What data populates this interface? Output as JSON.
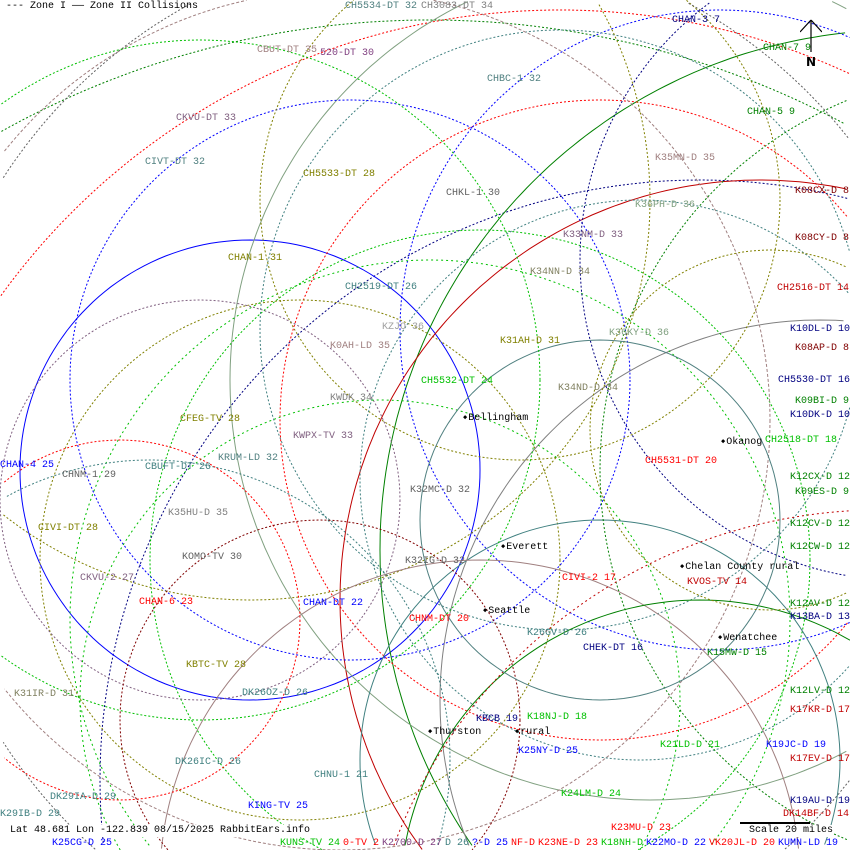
{
  "legend": {
    "zone1": "--- Zone I",
    "zone2": "—— Zone II Collisions"
  },
  "footer": {
    "coords": "Lat 48.681 Lon -122.839 08/15/2025 RabbitEars.info",
    "scale": "Scale 20 miles"
  },
  "north_label": "N",
  "cities": [
    "Bellingham",
    "Okanog",
    "Everett",
    "Chelan County rural",
    "Seattle",
    "Wenatchee",
    "Thurston",
    "rural"
  ],
  "labels": [
    {
      "text": "CH5534-DT 32",
      "color": "#508080"
    },
    {
      "text": "CH3083-DT 34",
      "color": "#808080"
    },
    {
      "text": "CHAN-3 7",
      "color": "#000080"
    },
    {
      "text": "CHAN-7 9",
      "color": "#008000"
    },
    {
      "text": "CBUT-DT 35",
      "color": "#a08080"
    },
    {
      "text": "520-DT 30",
      "color": "#804080"
    },
    {
      "text": "CHBC-1 32",
      "color": "#508080"
    },
    {
      "text": "CHAN-5 9",
      "color": "#008000"
    },
    {
      "text": "CKVU-DT 33",
      "color": "#806080"
    },
    {
      "text": "CIVT-DT 32",
      "color": "#508080"
    },
    {
      "text": "K35MN-D 35",
      "color": "#a08080"
    },
    {
      "text": "CH5533-DT 28",
      "color": "#808000"
    },
    {
      "text": "CHKL-1 30",
      "color": "#606060"
    },
    {
      "text": "K08CX-D 8",
      "color": "#800000"
    },
    {
      "text": "K36PH-D 36",
      "color": "#80a080"
    },
    {
      "text": "K33NM-D 33",
      "color": "#806080"
    },
    {
      "text": "K08CY-D 8",
      "color": "#800000"
    },
    {
      "text": "CHAN-1 31",
      "color": "#808000"
    },
    {
      "text": "K34NN-D 34",
      "color": "#808060"
    },
    {
      "text": "CH2516-DT 14",
      "color": "#c00000"
    },
    {
      "text": "CH2519-DT 26",
      "color": "#408080"
    },
    {
      "text": "KZJO 36",
      "color": "#a0a0a0"
    },
    {
      "text": "K10DL-D 10",
      "color": "#000080"
    },
    {
      "text": "K36KY-D 36",
      "color": "#80a080"
    },
    {
      "text": "K0AH-LD 35",
      "color": "#a08080"
    },
    {
      "text": "K31AH-D 31",
      "color": "#808000"
    },
    {
      "text": "K08AP-D 8",
      "color": "#800000"
    },
    {
      "text": "CH5532-DT 24",
      "color": "#00c000"
    },
    {
      "text": "CH5530-DT 16",
      "color": "#000080"
    },
    {
      "text": "K34ND-D 34",
      "color": "#808060"
    },
    {
      "text": "KWDK 34",
      "color": "#808080"
    },
    {
      "text": "K09BI-D 9",
      "color": "#008000"
    },
    {
      "text": "K10DK-D 10",
      "color": "#000080"
    },
    {
      "text": "CFEG-TV 28",
      "color": "#808000"
    },
    {
      "text": "KWPX-TV 33",
      "color": "#806080"
    },
    {
      "text": "CH2518-DT 18",
      "color": "#00c000"
    },
    {
      "text": "CHAN-4 25",
      "color": "#0000ff"
    },
    {
      "text": "CH5531-DT 20",
      "color": "#ff0000"
    },
    {
      "text": "KRUM-LD 32",
      "color": "#508080"
    },
    {
      "text": "CHNM-1 29",
      "color": "#606060"
    },
    {
      "text": "CBUFT-DT 26",
      "color": "#408080"
    },
    {
      "text": "K12CX-D 12",
      "color": "#008000"
    },
    {
      "text": "K32MC-D 32",
      "color": "#606060"
    },
    {
      "text": "K09ES-D 9",
      "color": "#008000"
    },
    {
      "text": "K35HU-D 35",
      "color": "#808080"
    },
    {
      "text": "CIVI-DT 28",
      "color": "#808000"
    },
    {
      "text": "K12CV-D 12",
      "color": "#008000"
    },
    {
      "text": "K12CW-D 12",
      "color": "#008000"
    },
    {
      "text": "KOMO-TV 30",
      "color": "#606060"
    },
    {
      "text": "K32IG-D 32",
      "color": "#606060"
    },
    {
      "text": "CKVU-2 27",
      "color": "#806080"
    },
    {
      "text": "CIVI-2 17",
      "color": "#ff0000"
    },
    {
      "text": "KVOS-TV 14",
      "color": "#c00000"
    },
    {
      "text": "CHAN-6 23",
      "color": "#ff0000"
    },
    {
      "text": "CHAN-DT 22",
      "color": "#0000ff"
    },
    {
      "text": "K12AV-D 12",
      "color": "#008000"
    },
    {
      "text": "CHNM-DT 20",
      "color": "#ff0000"
    },
    {
      "text": "K13BA-D 13",
      "color": "#000080"
    },
    {
      "text": "K26GV-D 26",
      "color": "#408080"
    },
    {
      "text": "K15MW-D 15",
      "color": "#008000"
    },
    {
      "text": "CHEK-DT 16",
      "color": "#000080"
    },
    {
      "text": "KBTC-TV 28",
      "color": "#808000"
    },
    {
      "text": "K31IR-D 31",
      "color": "#808060"
    },
    {
      "text": "DK26OZ-D 26",
      "color": "#408080"
    },
    {
      "text": "K12LV-D 12",
      "color": "#008000"
    },
    {
      "text": "K17KR-D 17",
      "color": "#c00000"
    },
    {
      "text": "K18NJ-D 18",
      "color": "#00c000"
    },
    {
      "text": "KBCB 19",
      "color": "#000080"
    },
    {
      "text": "K21LD-D 21",
      "color": "#00c000"
    },
    {
      "text": "K19JC-D 19",
      "color": "#0000ff"
    },
    {
      "text": "K25NY-D 25",
      "color": "#0000ff"
    },
    {
      "text": "DK26IC-D 26",
      "color": "#408080"
    },
    {
      "text": "K17EV-D 17",
      "color": "#c00000"
    },
    {
      "text": "CHNU-1 21",
      "color": "#408080"
    },
    {
      "text": "K24LM-D 24",
      "color": "#00c000"
    },
    {
      "text": "DK29IA-D 29",
      "color": "#408080"
    },
    {
      "text": "K19AU-D 19",
      "color": "#000080"
    },
    {
      "text": "KING-TV 25",
      "color": "#0000ff"
    },
    {
      "text": "K29IB-D 29",
      "color": "#408080"
    },
    {
      "text": "K23MU-D 23",
      "color": "#ff0000"
    },
    {
      "text": "DK14BF-D 14",
      "color": "#c00000"
    },
    {
      "text": "K25CG-D 25",
      "color": "#0000ff"
    },
    {
      "text": "KUNS-TV 24",
      "color": "#00c000"
    },
    {
      "text": "0-TV 2",
      "color": "#ff0000"
    },
    {
      "text": "K2700-D 27",
      "color": "#804080"
    },
    {
      "text": "D 26",
      "color": "#408080"
    },
    {
      "text": "?-D 25",
      "color": "#0000ff"
    },
    {
      "text": "NF-D",
      "color": "#ff0000"
    },
    {
      "text": "K23NE-D 23",
      "color": "#ff0000"
    },
    {
      "text": "K18NH-D",
      "color": "#00c000"
    },
    {
      "text": "K22MO-D 22",
      "color": "#0000ff"
    },
    {
      "text": "VK20JL-D 20",
      "color": "#ff0000"
    },
    {
      "text": "KUMN-LD 19",
      "color": "#0000ff"
    }
  ]
}
